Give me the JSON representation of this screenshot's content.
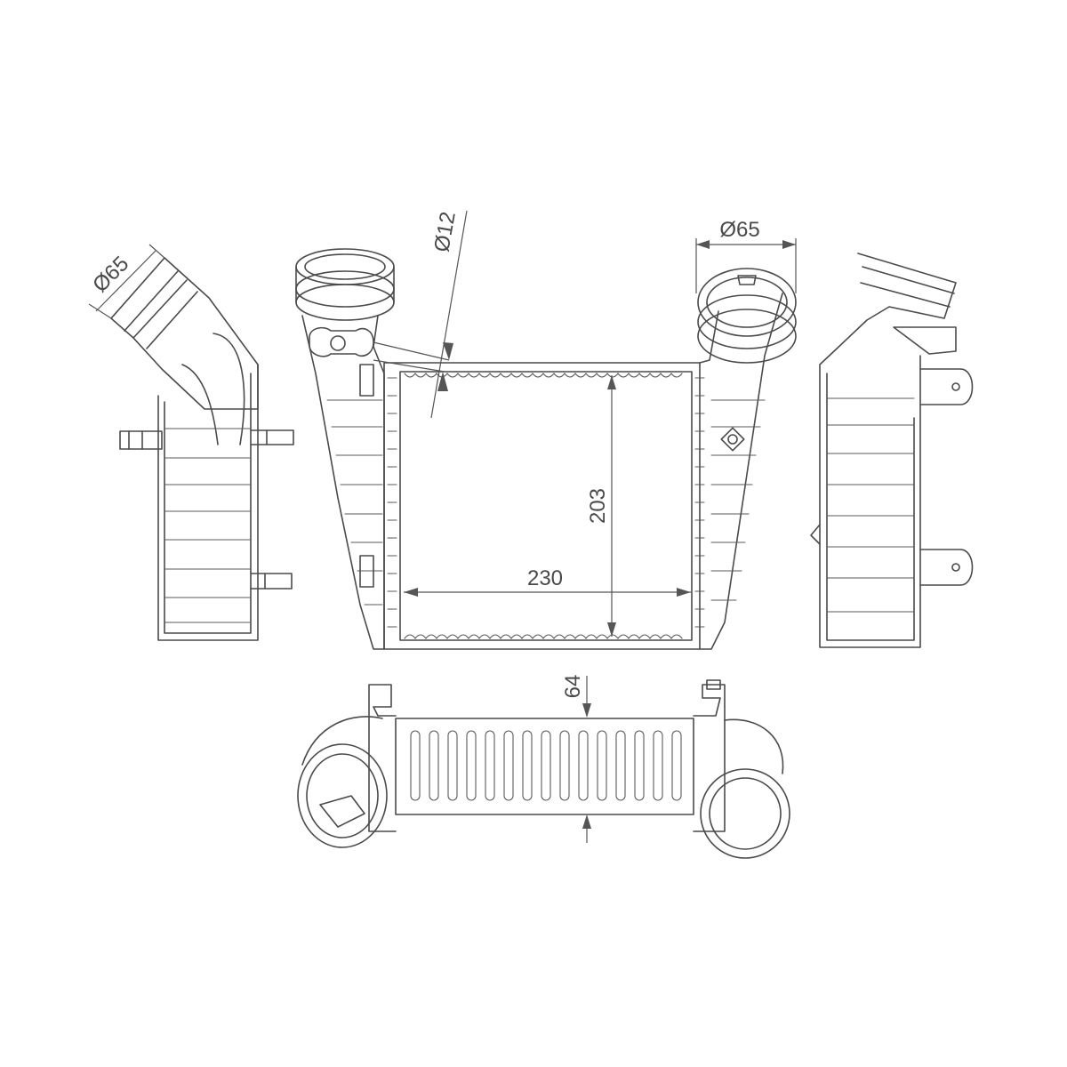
{
  "dimensions": {
    "d_inlet_left": "Ø65",
    "d_small_pipe": "Ø12",
    "d_outlet_right": "Ø65",
    "core_height": "203",
    "core_width": "230",
    "core_depth": "64"
  }
}
